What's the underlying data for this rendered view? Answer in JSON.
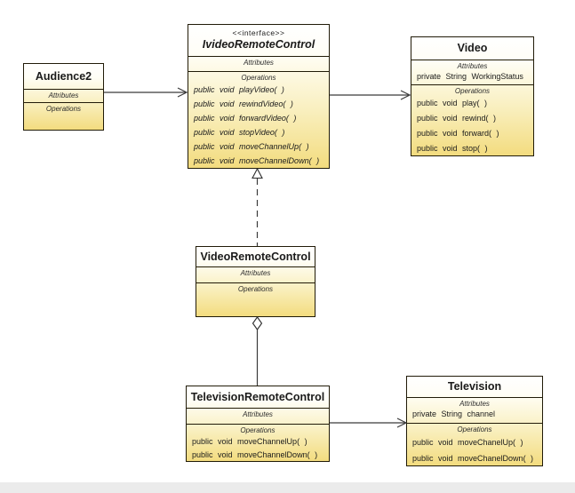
{
  "diagram": {
    "type": "uml-class-diagram",
    "classes": {
      "audience2": {
        "title": "Audience2",
        "attributes_label": "Attributes",
        "operations_label": "Operations"
      },
      "ivideo_remote_control": {
        "stereotype": "<<interface>>",
        "title": "IvideoRemoteControl",
        "attributes_label": "Attributes",
        "operations_label": "Operations",
        "operations": [
          "public void playVideo( )",
          "public void rewindVideo( )",
          "public void forwardVideo( )",
          "public void stopVideo( )",
          "public void moveChannelUp( )",
          "public void moveChannelDown( )"
        ]
      },
      "video": {
        "title": "Video",
        "attributes_label": "Attributes",
        "attributes": [
          "private String WorkingStatus"
        ],
        "operations_label": "Operations",
        "operations": [
          "public void play( )",
          "public void rewind( )",
          "public void forward( )",
          "public void stop( )"
        ]
      },
      "video_remote_control": {
        "title": "VideoRemoteControl",
        "attributes_label": "Attributes",
        "operations_label": "Operations"
      },
      "television_remote_control": {
        "title": "TelevisionRemoteControl",
        "attributes_label": "Attributes",
        "operations_label": "Operations",
        "operations": [
          "public void moveChannelUp( )",
          "public void moveChannelDown( )"
        ]
      },
      "television": {
        "title": "Television",
        "attributes_label": "Attributes",
        "attributes": [
          "private String channel"
        ],
        "operations_label": "Operations",
        "operations": [
          "public void moveChanelUp( )",
          "public void moveChanelDown( )"
        ]
      }
    },
    "relationships": [
      {
        "type": "association",
        "from": "Audience2",
        "to": "IvideoRemoteControl"
      },
      {
        "type": "association",
        "from": "IvideoRemoteControl",
        "to": "Video"
      },
      {
        "type": "realization",
        "from": "VideoRemoteControl",
        "to": "IvideoRemoteControl"
      },
      {
        "type": "aggregation",
        "from": "VideoRemoteControl",
        "to": "TelevisionRemoteControl"
      },
      {
        "type": "association",
        "from": "TelevisionRemoteControl",
        "to": "Television"
      }
    ],
    "colors": {
      "box_fill_top": "#ffffff",
      "box_fill_bottom": "#f3dc7f",
      "box_border": "#211b08",
      "connector": "#3a3a3a"
    }
  }
}
